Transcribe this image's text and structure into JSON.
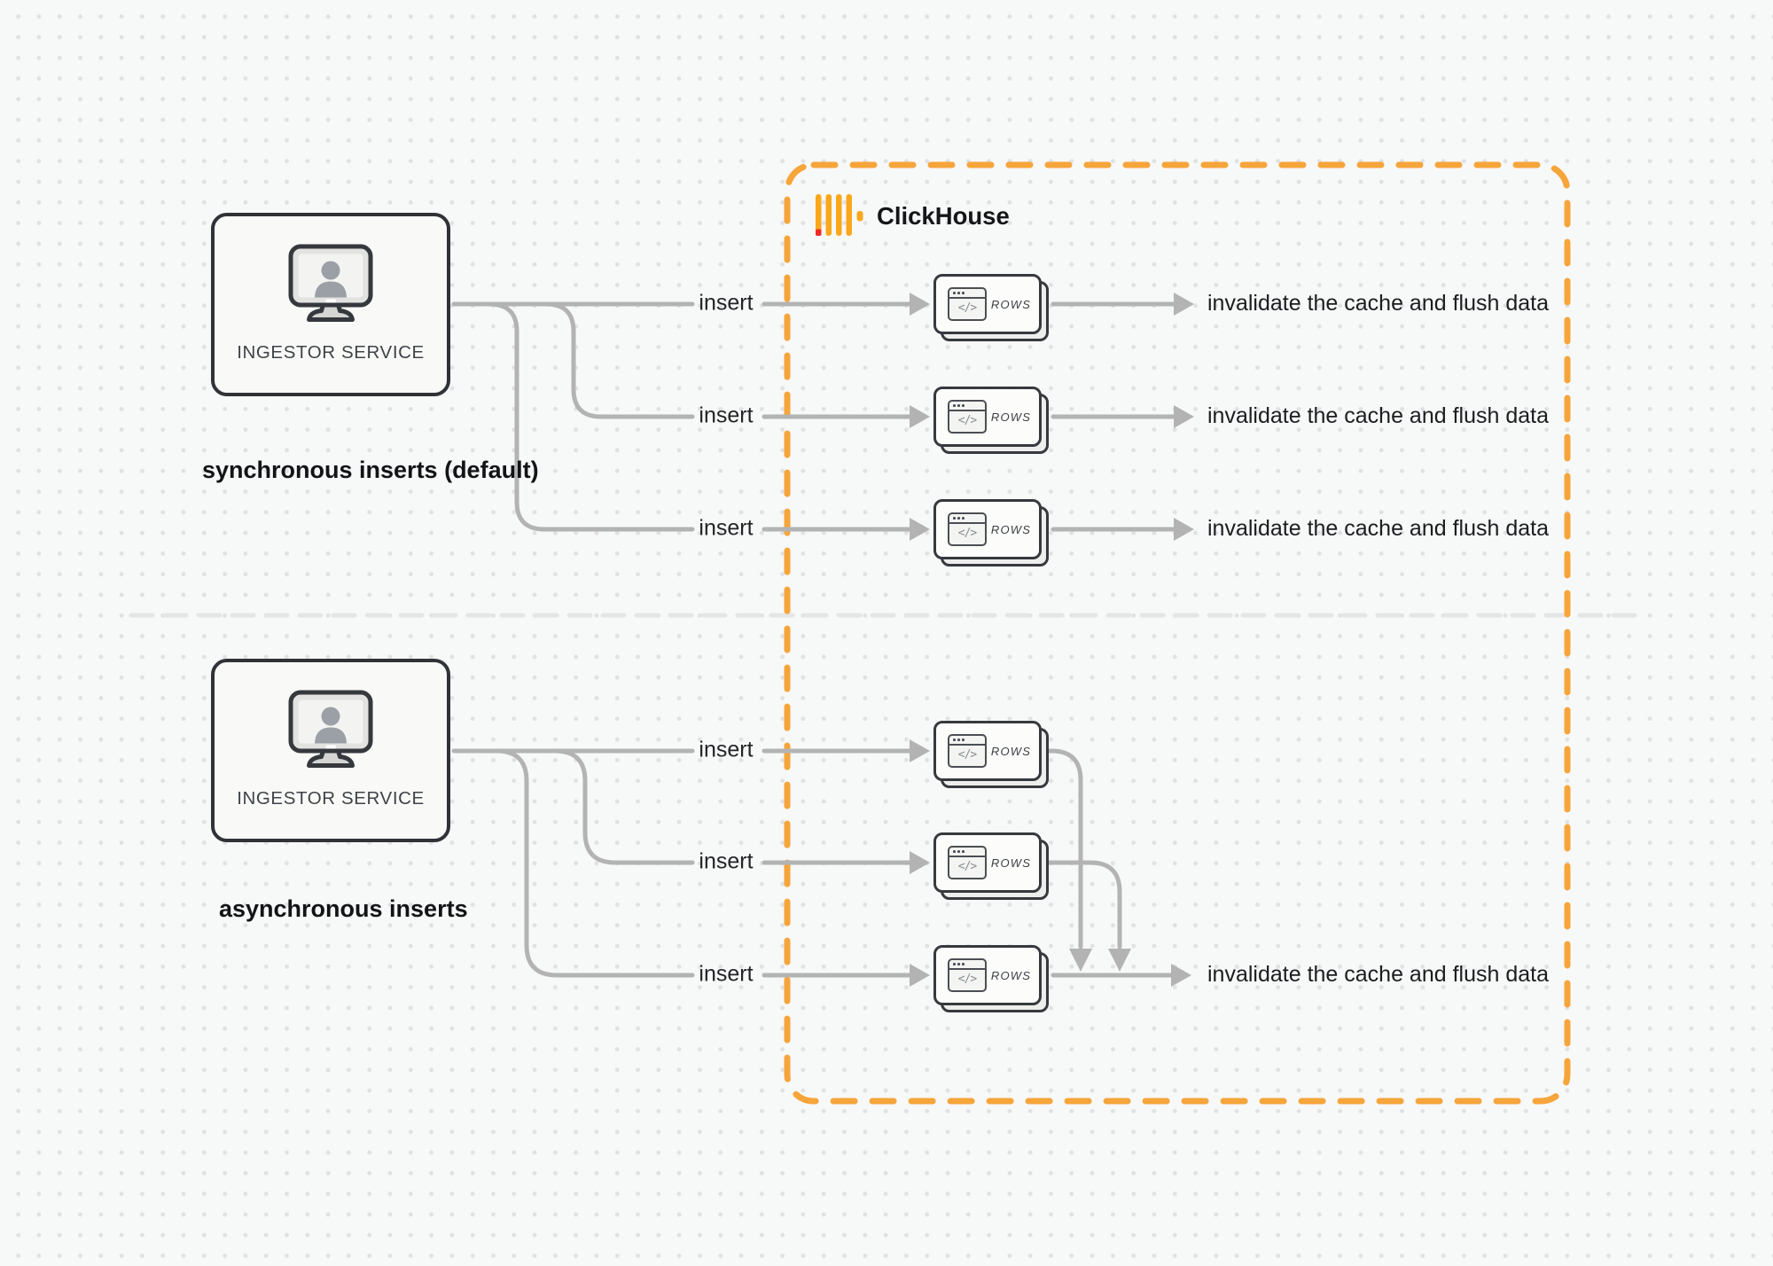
{
  "clickhouse": {
    "brand": "ClickHouse"
  },
  "glyphs": {
    "code": "</>"
  },
  "sync": {
    "source": "INGESTOR SERVICE",
    "caption": "synchronous inserts (default)",
    "rows": [
      {
        "insert": "insert",
        "card": "ROWS",
        "result": "invalidate the cache and flush data"
      },
      {
        "insert": "insert",
        "card": "ROWS",
        "result": "invalidate the cache and flush data"
      },
      {
        "insert": "insert",
        "card": "ROWS",
        "result": "invalidate the cache and flush data"
      }
    ]
  },
  "async": {
    "source": "INGESTOR SERVICE",
    "caption": "asynchronous inserts",
    "rows": [
      {
        "insert": "insert",
        "card": "ROWS"
      },
      {
        "insert": "insert",
        "card": "ROWS"
      },
      {
        "insert": "insert",
        "card": "ROWS",
        "result": "invalidate the cache and flush data"
      }
    ]
  },
  "colors": {
    "accent_orange": "#F6A53B",
    "logo_amber": "#FAA81B",
    "logo_red": "#EF2B24",
    "connector_gray": "#B3B3B3",
    "divider_gray": "#E4E5E6",
    "background": "#F7F8F8"
  }
}
